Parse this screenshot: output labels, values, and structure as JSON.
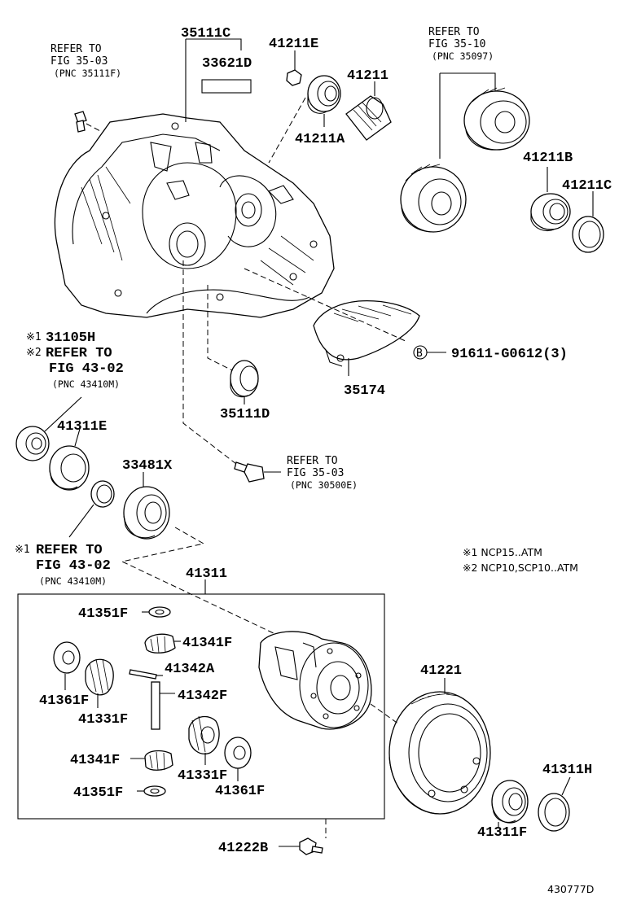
{
  "labels": {
    "p35111c": "35111C",
    "p33621d": "33621D",
    "p41211e": "41211E",
    "p41211": "41211",
    "p41211a": "41211A",
    "p41211b": "41211B",
    "p41211c": "41211C",
    "p31105h": "31105H",
    "p35111d": "35111D",
    "p35174": "35174",
    "p91611": "91611-G0612(3)",
    "p41311e": "41311E",
    "p33481x": "33481X",
    "p41311": "41311",
    "p41351f_top": "41351F",
    "p41341f_top": "41341F",
    "p41342a": "41342A",
    "p41342f": "41342F",
    "p41361f_left": "41361F",
    "p41331f_left": "41331F",
    "p41341f_bot": "41341F",
    "p41331f_right": "41331F",
    "p41361f_right": "41361F",
    "p41351f_bot": "41351F",
    "p41221": "41221",
    "p41311h": "41311H",
    "p41311f": "41311F",
    "p41222b": "41222B"
  },
  "refs": {
    "ref1": {
      "line1": "REFER TO",
      "line2": "FIG 35-03",
      "line3": "(PNC 35111F)"
    },
    "ref2": {
      "line1": "REFER TO",
      "line2": "FIG 35-10",
      "line3": "(PNC 35097)"
    },
    "ref3": {
      "mark": "※2",
      "line1": "REFER TO",
      "line2": "FIG 43-02",
      "line3": "(PNC 43410M)"
    },
    "ref4": {
      "line1": "REFER TO",
      "line2": "FIG 35-03",
      "line3": "(PNC 30500E)"
    },
    "ref5": {
      "mark": "※1",
      "line1": "REFER TO",
      "line2": "FIG 43-02",
      "line3": "(PNC 43410M)"
    }
  },
  "marks": {
    "m1": "※1",
    "bolt_symbol": "B"
  },
  "notes": {
    "note1": "※1 NCP15..ATM",
    "note2": "※2 NCP10,SCP10..ATM"
  },
  "figure_id": "430777D"
}
